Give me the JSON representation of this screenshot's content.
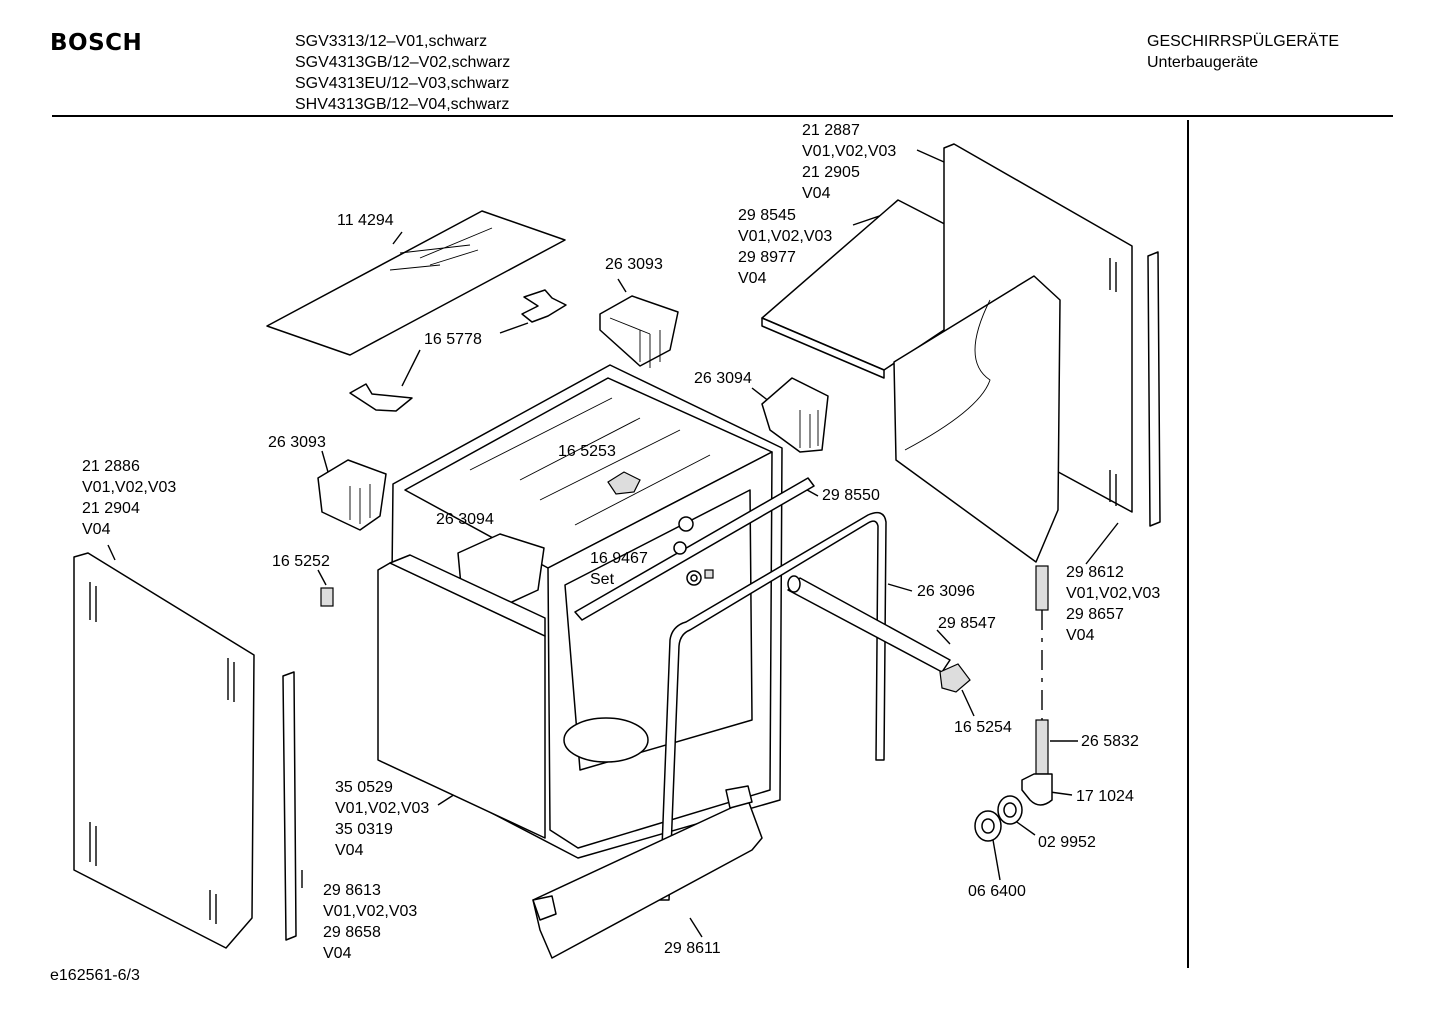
{
  "header": {
    "brand": "BOSCH",
    "models": [
      "SGV3313/12–V01,schwarz",
      "SGV4313GB/12–V02,schwarz",
      "SGV4313EU/12–V03,schwarz",
      "SHV4313GB/12–V04,schwarz"
    ],
    "category": "GESCHIRRSPÜLGERÄTE",
    "subcategory": "Unterbaugeräte"
  },
  "footer": {
    "drawing_id": "e162561-6/3"
  },
  "callouts": {
    "c114294": "11 4294",
    "c165778": "16 5778",
    "c263093a": "26 3093",
    "c263093b": "26 3093",
    "c263094a": "26 3094",
    "c263094b": "26 3094",
    "c165253": "16 5253",
    "c298550": "29 8550",
    "c169467": [
      "16 9467",
      "Set"
    ],
    "c165252": "16 5252",
    "c263096": "26 3096",
    "c298547": "29 8547",
    "c165254": "16 5254",
    "c265832": "26 5832",
    "c171024": "17 1024",
    "c029952": "02 9952",
    "c066400": "06 6400",
    "c298611": "29 8611",
    "c212887": [
      "21 2887",
      "V01,V02,V03",
      "21 2905",
      "V04"
    ],
    "c298545": [
      "29 8545",
      "V01,V02,V03",
      "29 8977",
      "V04"
    ],
    "c212886": [
      "21 2886",
      "V01,V02,V03",
      "21 2904",
      "V04"
    ],
    "c350529": [
      "35 0529",
      "V01,V02,V03",
      "35 0319",
      "V04"
    ],
    "c298613": [
      "29 8613",
      "V01,V02,V03",
      "29 8658",
      "V04"
    ],
    "c298612": [
      "29 8612",
      "V01,V02,V03",
      "29 8657",
      "V04"
    ]
  }
}
